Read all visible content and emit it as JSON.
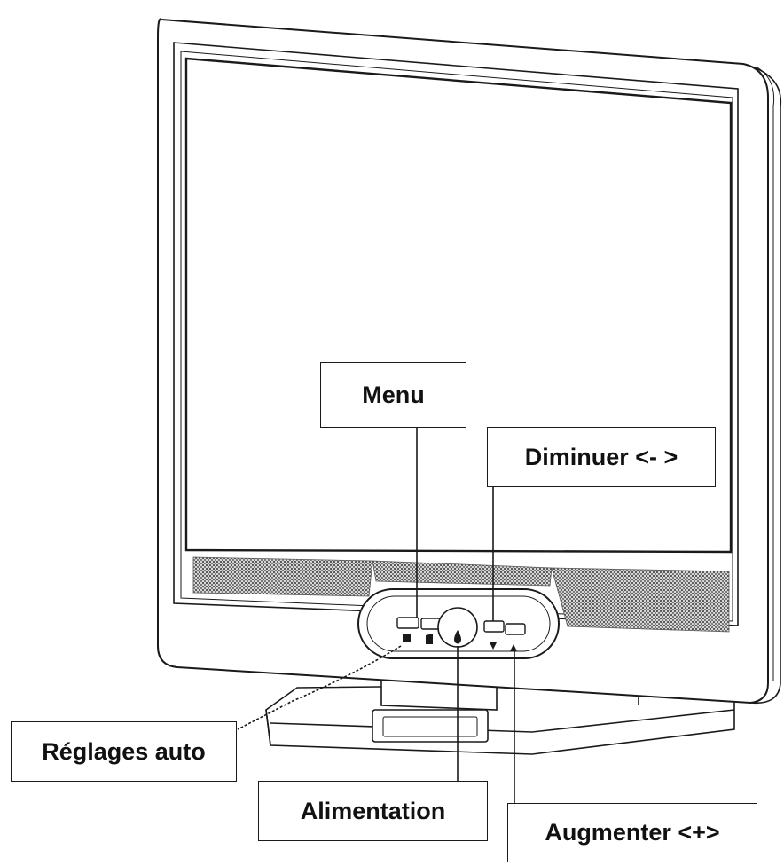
{
  "labels": {
    "menu": "Menu",
    "diminuer": "Diminuer <- >",
    "reglages_auto": "Réglages auto",
    "alimentation": "Alimentation",
    "augmenter": "Augmenter <+>"
  },
  "colors": {
    "line": "#1a1a1a",
    "background": "#ffffff",
    "speaker_grille": "#9a9a9a"
  },
  "icons": {
    "auto_button": "square-icon",
    "menu_button": "menu-icon",
    "power_button": "power-drop-icon",
    "down_button": "down-triangle-icon",
    "up_button": "up-triangle-icon"
  }
}
